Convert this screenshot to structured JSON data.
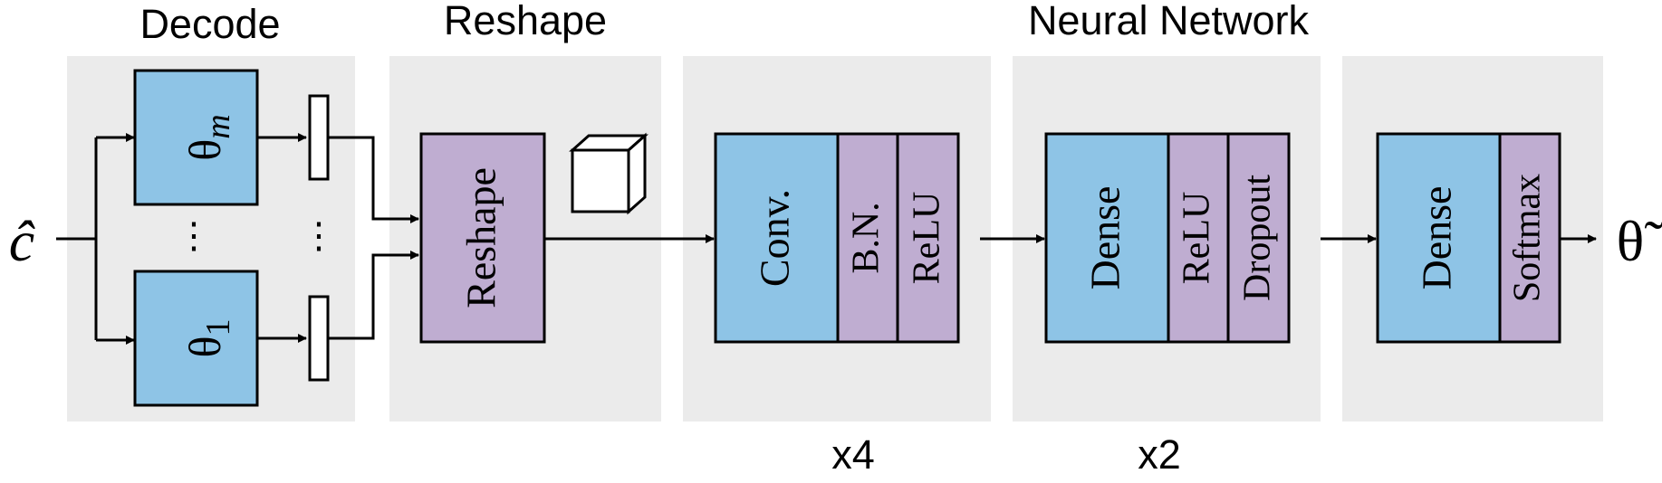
{
  "sections": {
    "decode_title": "Decode",
    "reshape_title": "Reshape",
    "neural_network_title": "Neural Network"
  },
  "repeats": {
    "conv_repeat": "x4",
    "dense_repeat": "x2"
  },
  "decode": {
    "theta_symbol": "θ",
    "top_subscript": "m",
    "bottom_subscript": "1",
    "ellipsis_left": "⋮",
    "ellipsis_right": "⋮"
  },
  "input_label": "ĉ",
  "output_label": "θ̃",
  "blocks": {
    "reshape": "Reshape",
    "conv": "Conv.",
    "bn": "B.N.",
    "relu1": "ReLU",
    "dense1": "Dense",
    "relu2": "ReLU",
    "dropout": "Dropout",
    "dense2": "Dense",
    "softmax": "Softmax"
  },
  "colors": {
    "panel": "#ebebeb",
    "blue_block": "#8ec4e6",
    "purple_block": "#bfadd1",
    "stroke": "#000000"
  }
}
